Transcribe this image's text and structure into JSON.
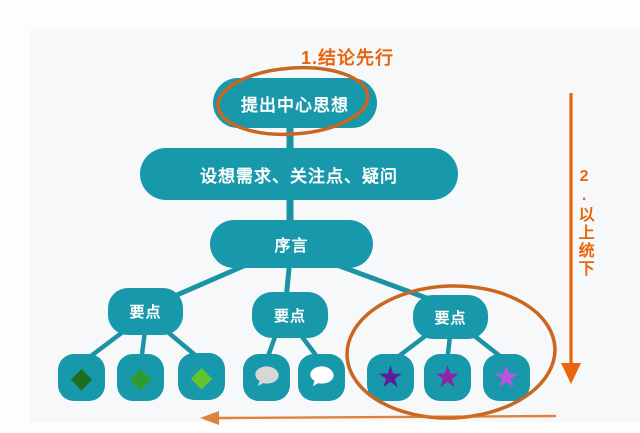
{
  "diagram": {
    "root_label": "提出中心思想",
    "level2_label": "设想需求、关注点、疑问",
    "level3_label": "序言",
    "keypoints": [
      "要点",
      "要点",
      "要点"
    ],
    "leaves": [
      {
        "icon": "diamond-icon",
        "color": "#1d6e1d"
      },
      {
        "icon": "diamond-icon",
        "color": "#2f9b2f"
      },
      {
        "icon": "diamond-icon",
        "color": "#63c431"
      },
      {
        "icon": "speech-bubble-icon",
        "color": "#d7d7d7"
      },
      {
        "icon": "speech-bubble-icon",
        "color": "#ffffff"
      },
      {
        "icon": "star-icon",
        "color": "#5e1d96"
      },
      {
        "icon": "star-icon",
        "color": "#8f22a5"
      },
      {
        "icon": "star-icon",
        "color": "#bb55e0"
      }
    ]
  },
  "annotations": {
    "step1": "1.结论先行",
    "step2": "2.以上统下"
  },
  "colors": {
    "node_teal": "#1799ab",
    "connector_teal": "#1b93a6",
    "annotation_orange": "#e8650c",
    "ellipse_orange": "#c9661f",
    "canvas_background": "#f7f8f9"
  }
}
